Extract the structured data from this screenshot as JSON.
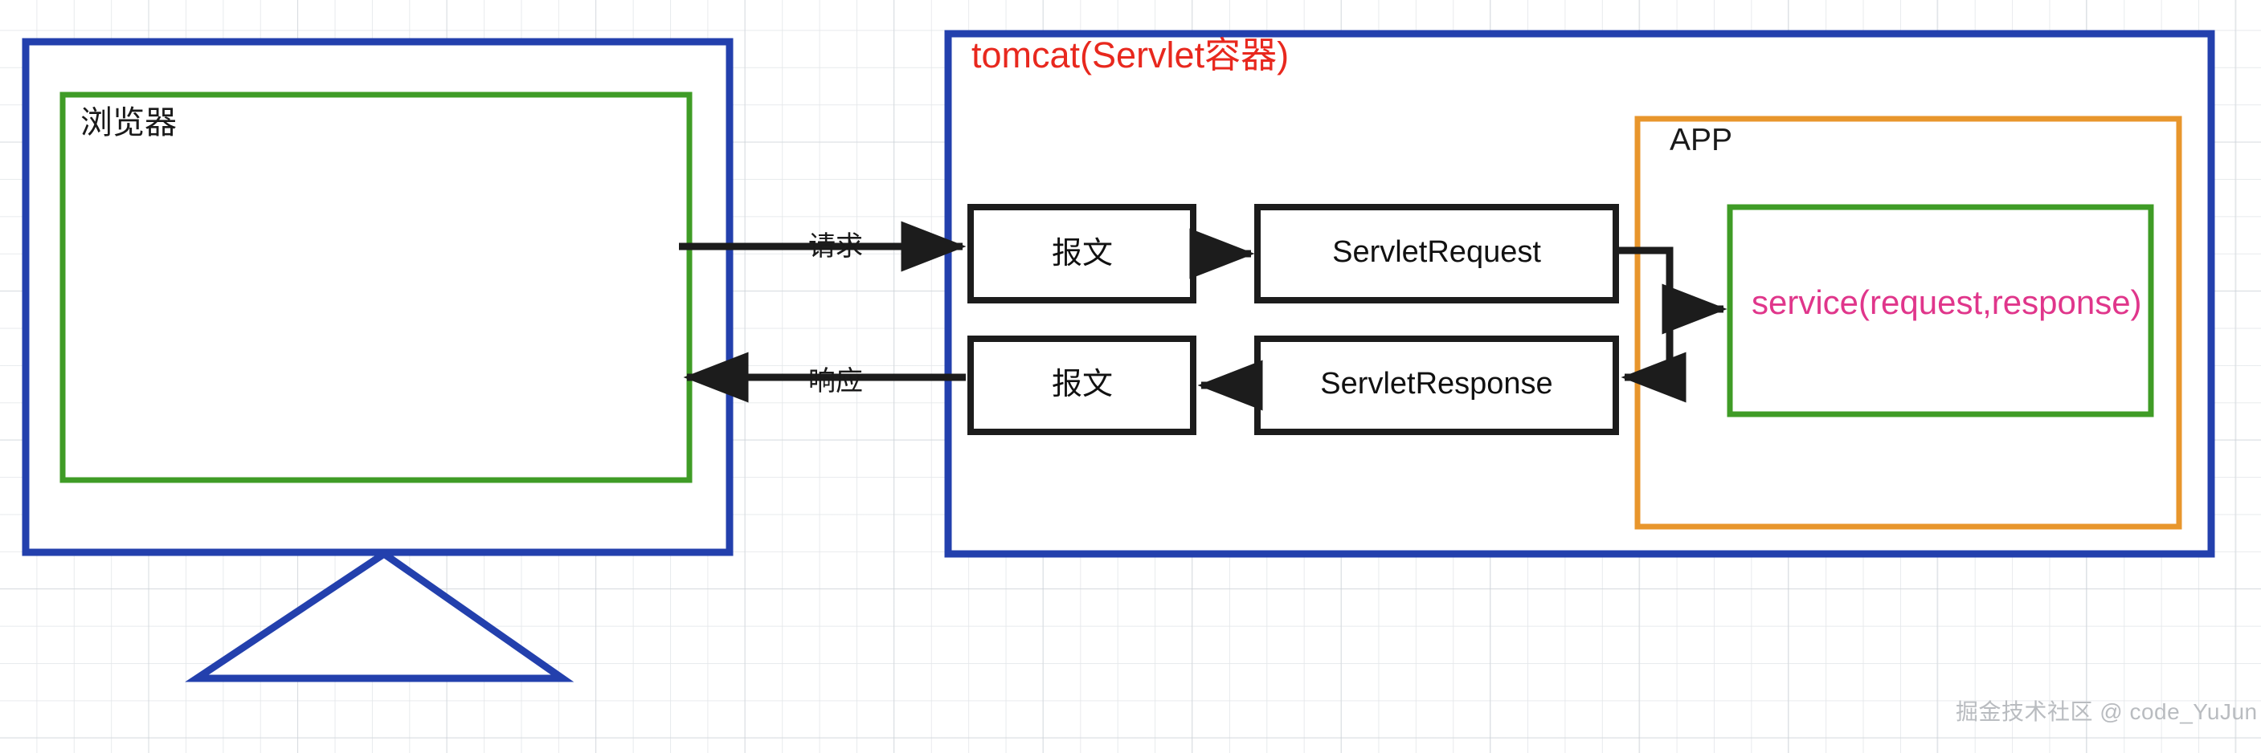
{
  "diagram": {
    "title": "tomcat(Servlet容器)",
    "browser": {
      "label": "浏览器"
    },
    "tomcat": {
      "title": "tomcat(Servlet容器)",
      "title_color": "#e8281e",
      "border_color": "#2340ad"
    },
    "app": {
      "label": "APP",
      "border_color": "#e8962c"
    },
    "service": {
      "label": "service(request,response)",
      "text_color": "#e0368b",
      "border_color": "#3f9c26"
    },
    "boxes": [
      {
        "id": "message-in",
        "label": "报文"
      },
      {
        "id": "servlet-request",
        "label": "ServletRequest"
      },
      {
        "id": "message-out",
        "label": "报文"
      },
      {
        "id": "servlet-response",
        "label": "ServletResponse"
      }
    ],
    "arrow_labels": [
      {
        "id": "request",
        "label": "请求"
      },
      {
        "id": "response",
        "label": "响应"
      }
    ],
    "colors": {
      "monitor_frame": "#2340ad",
      "screen": "#3f9c26",
      "connector": "#1c1c1c",
      "grid_minor": "#e4e7ea",
      "grid_major": "#c8ced4"
    },
    "watermark": "掘金技术社区 @ code_YuJun"
  }
}
